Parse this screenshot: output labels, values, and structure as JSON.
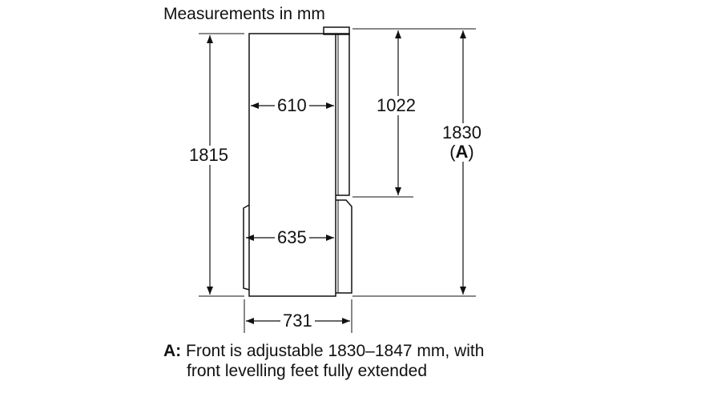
{
  "title": "Measurements in mm",
  "dimensions": {
    "height_body": "1815",
    "depth_upper": "610",
    "depth_lower": "635",
    "depth_total": "731",
    "hinge_height": "1022",
    "height_total": "1830",
    "height_total_ref": "A"
  },
  "note": {
    "key": "A:",
    "line1": "Front is adjustable 1830–1847 mm, with",
    "line2": "front levelling feet fully extended"
  }
}
